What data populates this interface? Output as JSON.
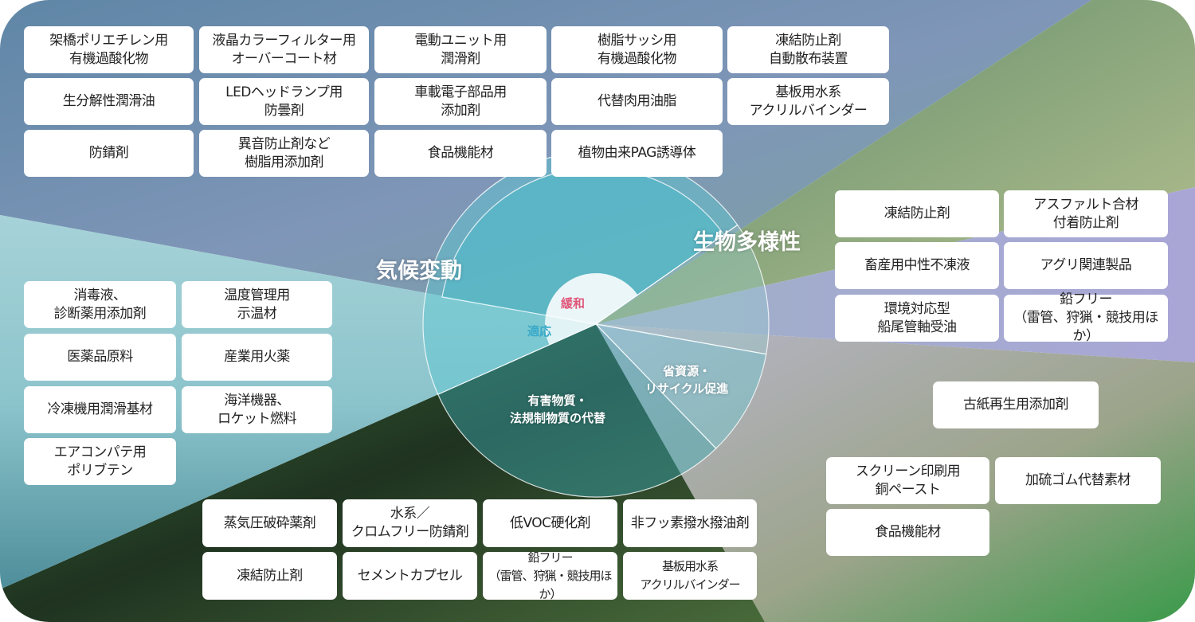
{
  "categories": {
    "climate": "気候変動",
    "biodiversity": "生物多様性",
    "mitigation": "緩和",
    "adaptation": "適応",
    "resource": "省資源・\nリサイクル促進",
    "hazardous": "有害物質・\n法規制物質の代替"
  },
  "colors": {
    "mitigation": "#e0567a",
    "adaptation": "#3aa9c9"
  },
  "top_products": [
    "架橋ポリエチレン用\n有機過酸化物",
    "液晶カラーフィルター用\nオーバーコート材",
    "電動ユニット用\n潤滑剤",
    "樹脂サッシ用\n有機過酸化物",
    "凍結防止剤\n自動散布装置",
    "生分解性潤滑油",
    "LEDヘッドランプ用\n防曇剤",
    "車載電子部品用\n添加剤",
    "代替肉用油脂",
    "基板用水系\nアクリルバインダー",
    "防錆剤",
    "異音防止剤など\n樹脂用添加剤",
    "食品機能材",
    "植物由来PAG誘導体"
  ],
  "left_products": [
    "消毒液、\n診断薬用添加剤",
    "温度管理用\n示温材",
    "医薬品原料",
    "産業用火薬",
    "冷凍機用潤滑基材",
    "海洋機器、\nロケット燃料",
    "エアコンパテ用\nポリブテン"
  ],
  "right_products": [
    "凍結防止剤",
    "アスファルト合材\n付着防止剤",
    "畜産用中性不凍液",
    "アグリ関連製品",
    "環境対応型\n船尾管軸受油",
    "鉛フリー\n（雷管、狩猟・競技用ほか）"
  ],
  "recycle_products": [
    "古紙再生用添加剤",
    "スクリーン印刷用\n銅ペースト",
    "加硫ゴム代替素材",
    "食品機能材"
  ],
  "bottom_products": [
    "蒸気圧破砕薬剤",
    "水系／\nクロムフリー防錆剤",
    "低VOC硬化剤",
    "非フッ素撥水撥油剤",
    "凍結防止剤",
    "セメントカプセル",
    "鉛フリー\n（雷管、狩猟・競技用ほか）",
    "基板用水系\nアクリルバインダー"
  ]
}
